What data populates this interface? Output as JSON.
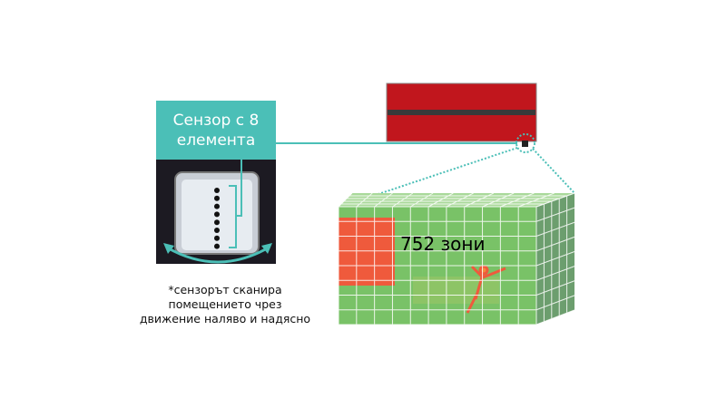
{
  "sensor_label": {
    "line1": "Сензор с 8",
    "line2": "елемента"
  },
  "caption": {
    "line1": "*сензорът сканира",
    "line2": "помещението чрез",
    "line3": "движение наляво и надясно"
  },
  "zones_label": "752 зони",
  "colors": {
    "teal": "#4bbfb7",
    "ac_red": "#c1161d",
    "grid_green": "#79c267",
    "hot_red": "#ef5a3c"
  },
  "sensor_elements": 8
}
